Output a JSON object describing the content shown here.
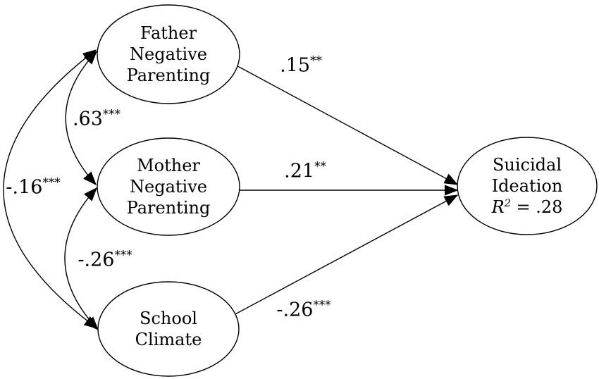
{
  "diagram": {
    "colors": {
      "ink": "#000000",
      "paper": "#ffffff"
    },
    "nodes": [
      {
        "id": "father",
        "label_lines": [
          "Father",
          "Negative",
          "Parenting"
        ]
      },
      {
        "id": "mother",
        "label_lines": [
          "Mother",
          "Negative",
          "Parenting"
        ]
      },
      {
        "id": "school",
        "label_lines": [
          "School",
          "Climate"
        ]
      },
      {
        "id": "suicidal",
        "label_lines": [
          "Suicidal",
          "Ideation"
        ],
        "r2": {
          "symbol": "R",
          "sup": "2",
          "rest": " = .28"
        }
      }
    ],
    "paths": [
      {
        "from": "father",
        "to": "suicidal",
        "value": ".15",
        "stars": "**"
      },
      {
        "from": "mother",
        "to": "suicidal",
        "value": ".21",
        "stars": "**"
      },
      {
        "from": "school",
        "to": "suicidal",
        "value": "-.26",
        "stars": "***"
      }
    ],
    "correlations": [
      {
        "between": "father-mother",
        "value": ".63",
        "stars": "***"
      },
      {
        "between": "father-school",
        "value": "-.16",
        "stars": "***"
      },
      {
        "between": "mother-school",
        "value": "-.26",
        "stars": "***"
      }
    ]
  }
}
